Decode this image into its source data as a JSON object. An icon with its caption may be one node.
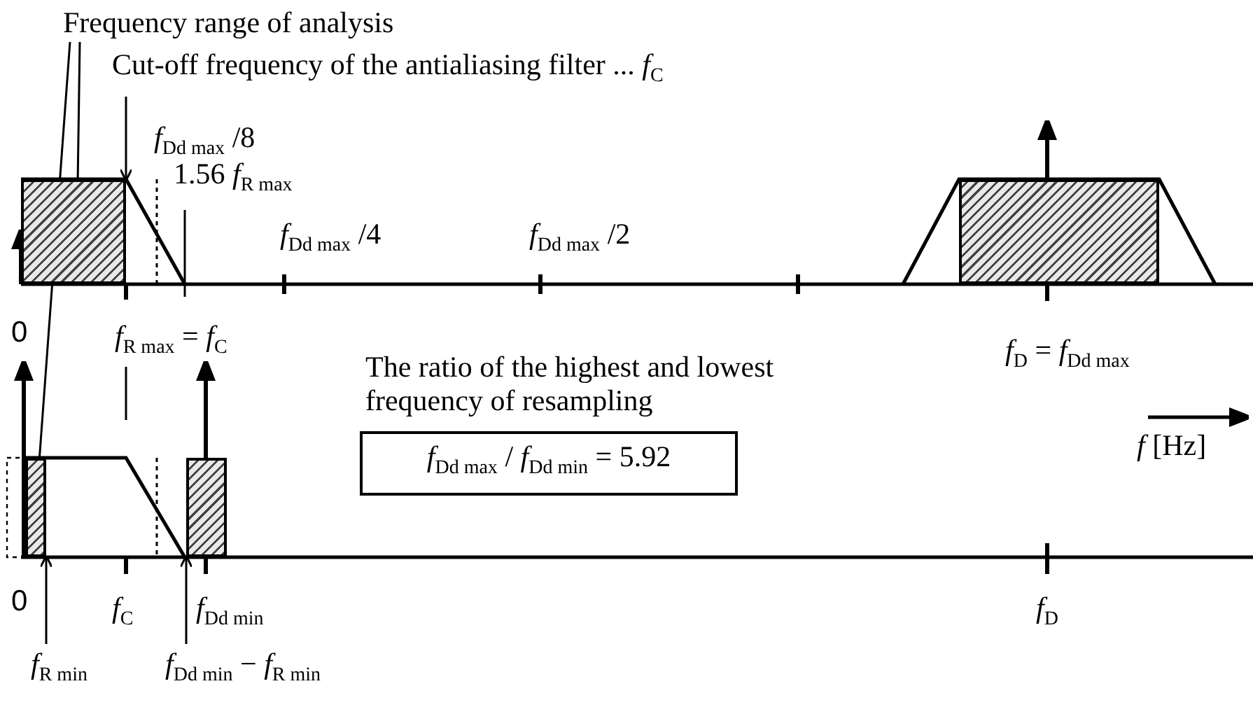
{
  "diagram": {
    "nodes": [
      {
        "text": [
          "Frequency range of analysis"
        ]
      },
      {
        "text": [],
        "shape": "box"
      },
      {
        "text": [],
        "shape": "box"
      },
      {
        "text": [
          "Cut-off frequency of the antialiasing filter ... *f*$_{C}$"
        ]
      },
      {
        "text": [
          "*f*$_{Dd max}$ / *f*$_{Dd min}$ = 5.92"
        ],
        "beside": [
          "The ratio of the highest and lowest frequency of resampling"
        ]
      },
      {
        "text": [
          "*f*$_{R min}$"
        ]
      },
      {
        "text": [
          "*f*$_{Dd min}$ − *f*$_{R min}$"
        ]
      },
      {
        "text": [],
        "shape": "box"
      },
      {
        "text": [],
        "shape": "box"
      }
    ],
    "edges": [
      {
        "from": 0,
        "to": 1,
        "arrow": "other"
      },
      {
        "from": 0,
        "to": 2,
        "arrow": "other"
      },
      {
        "from": 3,
        "to": 1,
        "arrow": "to"
      },
      {
        "from": 5,
        "to": 2,
        "arrow": "to"
      },
      {
        "from": 6,
        "to": 8,
        "arrow": "to"
      }
    ],
    "labels": [
      "*f*$_{Dd max}$ /8",
      "1.56 *f*$_{R max}$",
      "*f*$_{Dd max}$ /4",
      "*f*$_{Dd max}$ /2",
      "0",
      "*f*$_{R max}$ = *f*$_{C}$",
      "*f*$_{D}$ = *f*$_{Dd max}$",
      "*f* [Hz]",
      "0",
      "*f*$_{C}$",
      "*f*$_{Dd min}$",
      "*f*$_{D}$"
    ]
  }
}
